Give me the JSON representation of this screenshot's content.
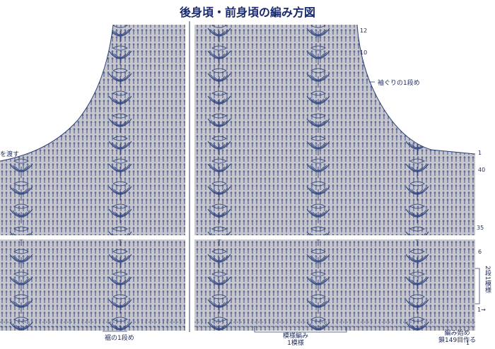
{
  "title": "後身頃・前身頃の編み方図",
  "labels": {
    "left_edge": "を渡す",
    "armhole_first_row": "袖ぐりの1段め",
    "hem_first_row": "裾の1段め",
    "pattern_line1": "模様編み",
    "pattern_line2": "1模様",
    "start_line1": "編み始め",
    "start_line2": "鎖149目作る",
    "repeat_vertical": "2段1模様",
    "row_arrow": "1→"
  },
  "row_numbers": [
    "12",
    "10",
    "1",
    "40",
    "35",
    "6",
    "1"
  ],
  "colors": {
    "fabric": "#c6c6cc",
    "stitch": "#2a3f7a",
    "text": "#1e2a5a",
    "title": "#1a2a6c"
  }
}
